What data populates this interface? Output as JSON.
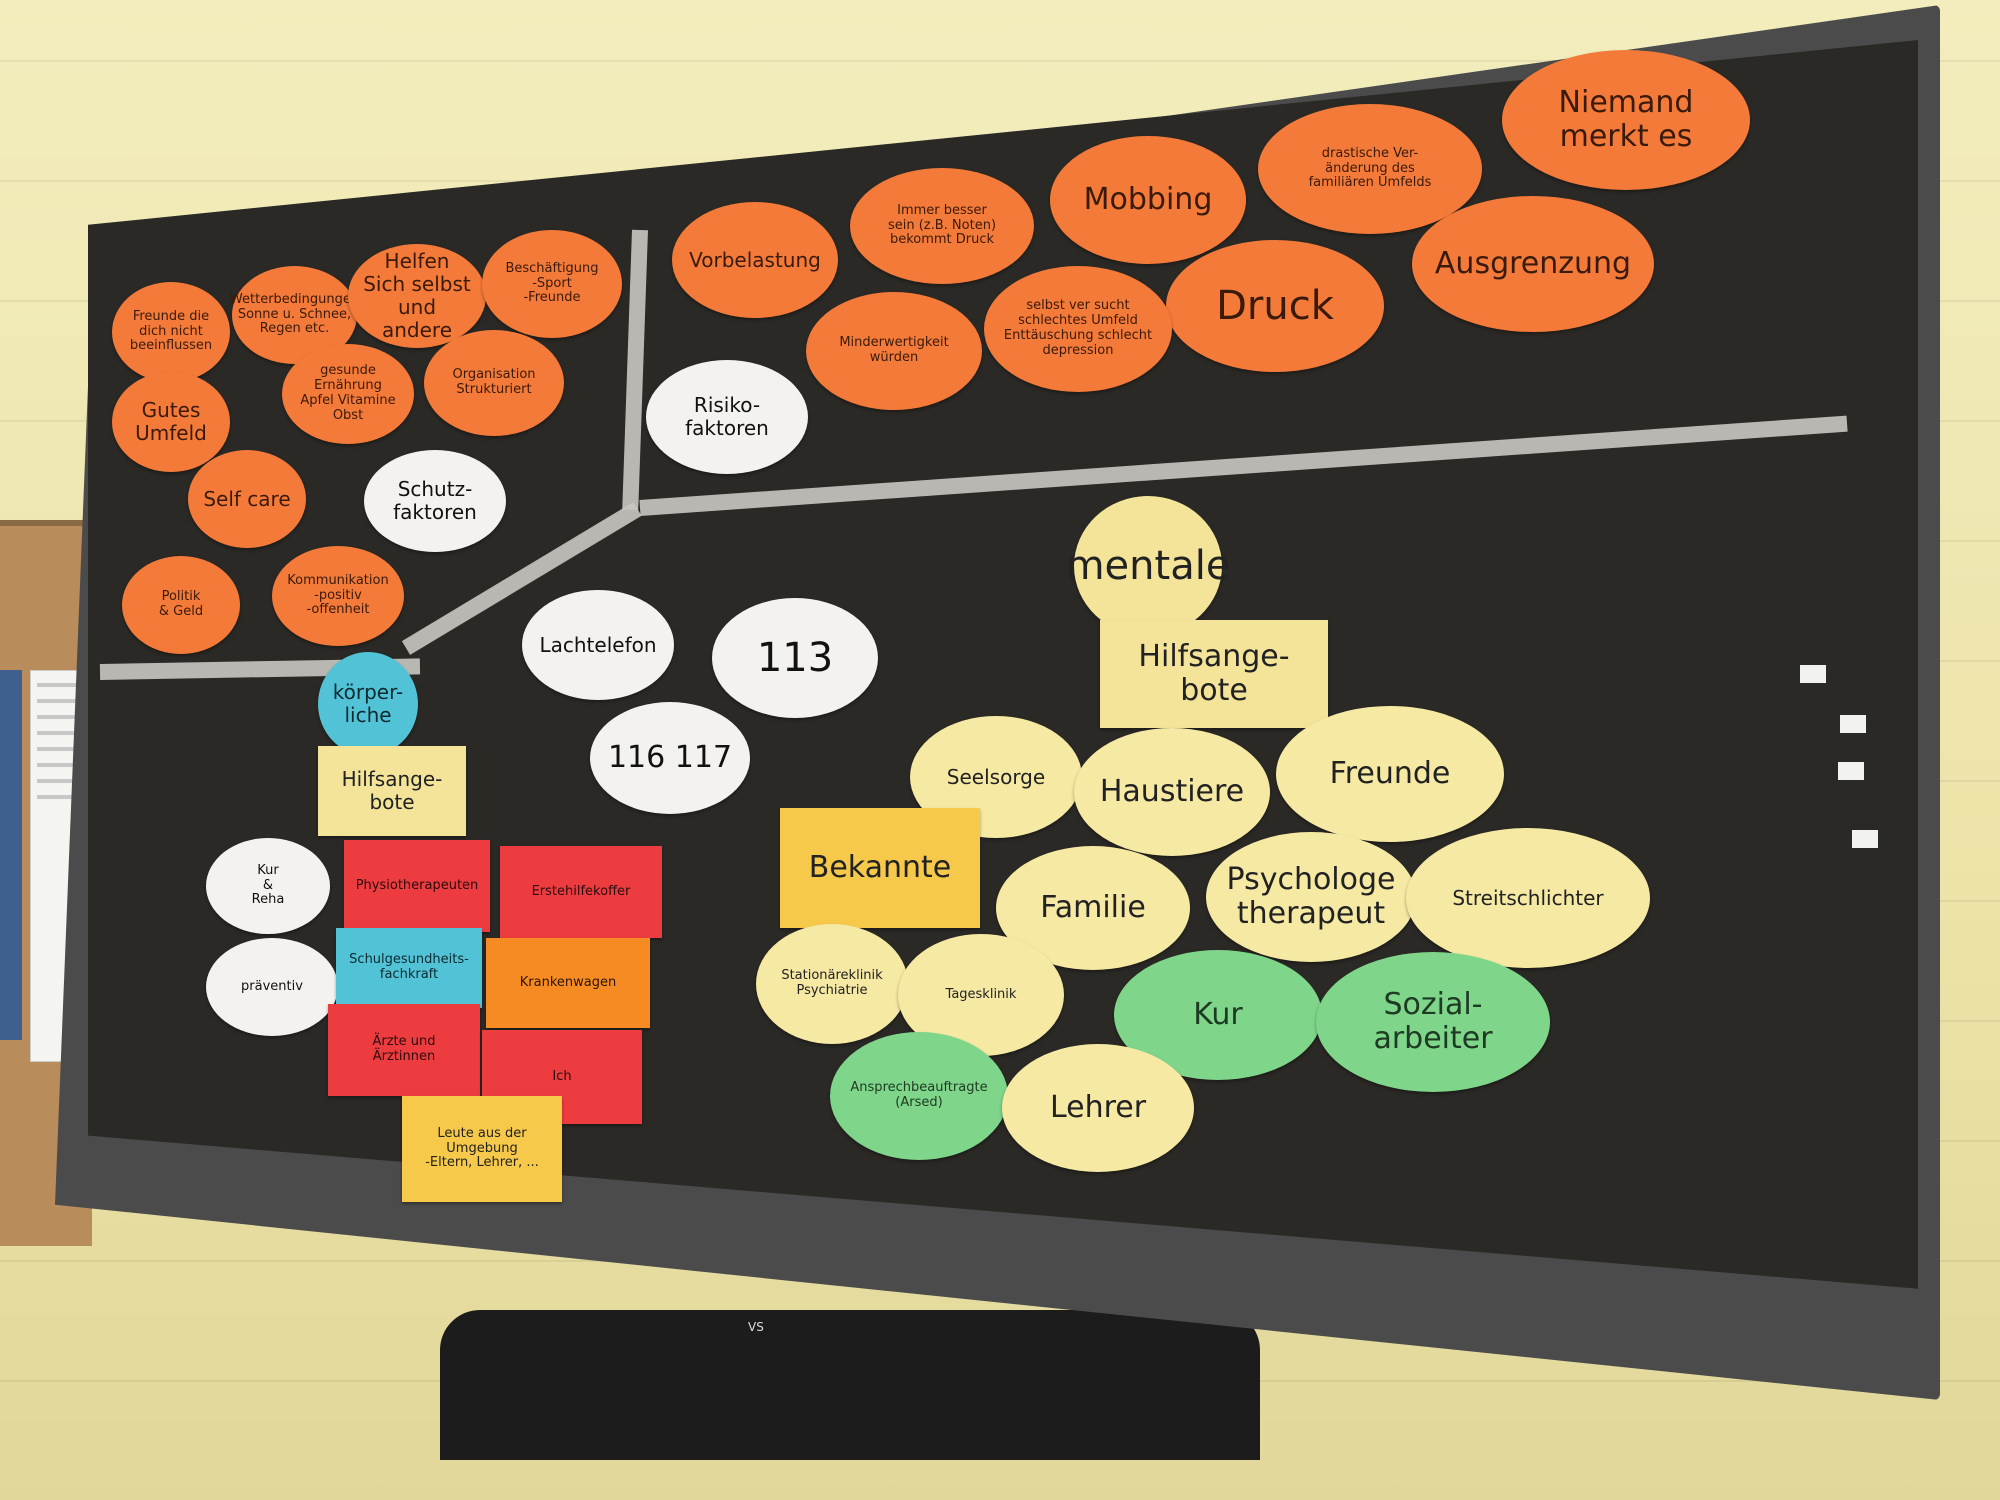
{
  "colors": {
    "wall": "#efe7b4",
    "screen": "#2b2925",
    "orange": "#f47a3a",
    "yellow": "#f3e49a",
    "green": "#7fd58a",
    "red": "#ec3c40",
    "cyan": "#52c3d6"
  },
  "board": {
    "brand": "VS",
    "schutz": {
      "label": "Schutz-\nfaktoren",
      "items": [
        "Freunde die\ndich nicht beeinflussen",
        "Wetterbedingungen\nSonne u. Schnee,\nRegen etc.",
        "Helfen\nSich selbst und\nandere",
        "Beschäftigung\n-Sport\n-Freunde",
        "Gutes Umfeld",
        "gesunde Ernährung\nApfel  Vitamine\nObst",
        "Organisation\nStrukturiert",
        "Self care",
        "Politik\n& Geld",
        "Kommunikation\n-positiv\n-offenheit"
      ]
    },
    "risiko": {
      "label": "Risiko-\nfaktoren",
      "items": [
        "Vorbelastung",
        "Immer besser\nsein (z.B. Noten)\nbekommt Druck",
        "Mobbing",
        "drastische Ver-\nänderung des\nfamiliären Umfelds",
        "Niemand\nmerkt es",
        "Ausgrenzung",
        "Druck",
        "selbst ver sucht\nschlechtes Umfeld\nEnttäuschung schlecht depression",
        "Minderwertigkeit\nwürden"
      ]
    },
    "hotlines": [
      "Lachtelefon",
      "113",
      "116 117"
    ],
    "koerper": {
      "heading": "körper-\nliche",
      "label": "Hilfsange-\nbote",
      "items": [
        "Kur\n&\nReha",
        "präventiv",
        "Physiotherapeuten",
        "Erstehilfekoffer",
        "Schulgesundheits-\nfachkraft",
        "Krankenwagen",
        "Ärzte und\nÄrztinnen",
        "Ich",
        "Leute aus der Umgebung\n-Eltern, Lehrer, ..."
      ]
    },
    "mental": {
      "heading": "mentale",
      "label": "Hilfsange-\nbote",
      "items": [
        "Seelsorge",
        "Haustiere",
        "Freunde",
        "Bekannte",
        "Familie",
        "Psychologe\ntherapeut",
        "Streitschlichter",
        "Stationäreklinik\nPsychiatrie",
        "Tagesklinik",
        "Kur",
        "Sozial-\narbeiter",
        "Ansprechbeauftragte\n(Arsed)",
        "Lehrer"
      ]
    }
  }
}
